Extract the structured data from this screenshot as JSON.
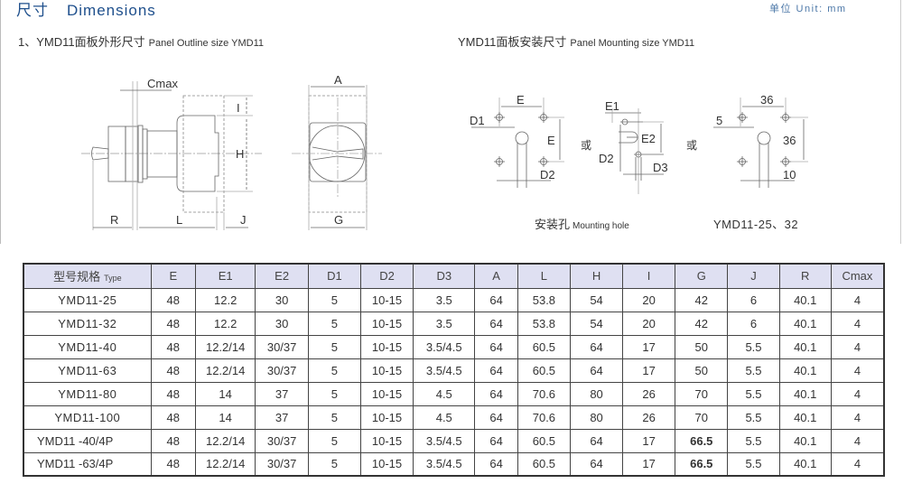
{
  "header": {
    "title_cn": "尺寸",
    "title_en": "Dimensions",
    "unit_label": "单位 Unit: mm"
  },
  "sections": {
    "outline": {
      "title_cn": "1、YMD11面板外形尺寸",
      "title_en": "Panel Outline size YMD11",
      "labels": {
        "cmax": "Cmax",
        "i": "I",
        "h": "H",
        "r": "R",
        "l": "L",
        "j": "J",
        "a": "A",
        "g": "G"
      }
    },
    "mounting": {
      "title_cn": "YMD11面板安装尺寸",
      "title_en": "Panel Mounting size YMD11",
      "labels": {
        "e": "E",
        "d1": "D1",
        "d2": "D2",
        "or": "或",
        "e1": "E1",
        "e2": "E2",
        "d3": "D3",
        "dim36a": "36",
        "dim36b": "36",
        "dim5": "5",
        "dim10": "10"
      },
      "caption_cn": "安装孔",
      "caption_en": "Mounting hole",
      "caption_model": "YMD11-25、32"
    }
  },
  "table": {
    "header_type_cn": "型号规格",
    "header_type_en": "Type",
    "columns": [
      "E",
      "E1",
      "E2",
      "D1",
      "D2",
      "D3",
      "A",
      "L",
      "H",
      "I",
      "G",
      "J",
      "R",
      "Cmax"
    ],
    "rows": [
      {
        "type": "YMD11-25",
        "values": [
          "48",
          "12.2",
          "30",
          "5",
          "10-15",
          "3.5",
          "64",
          "53.8",
          "54",
          "20",
          "42",
          "6",
          "40.1",
          "4"
        ]
      },
      {
        "type": "YMD11-32",
        "values": [
          "48",
          "12.2",
          "30",
          "5",
          "10-15",
          "3.5",
          "64",
          "53.8",
          "54",
          "20",
          "42",
          "6",
          "40.1",
          "4"
        ]
      },
      {
        "type": "YMD11-40",
        "values": [
          "48",
          "12.2/14",
          "30/37",
          "5",
          "10-15",
          "3.5/4.5",
          "64",
          "60.5",
          "64",
          "17",
          "50",
          "5.5",
          "40.1",
          "4"
        ]
      },
      {
        "type": "YMD11-63",
        "values": [
          "48",
          "12.2/14",
          "30/37",
          "5",
          "10-15",
          "3.5/4.5",
          "64",
          "60.5",
          "64",
          "17",
          "50",
          "5.5",
          "40.1",
          "4"
        ]
      },
      {
        "type": "YMD11-80",
        "values": [
          "48",
          "14",
          "37",
          "5",
          "10-15",
          "4.5",
          "64",
          "70.6",
          "80",
          "26",
          "70",
          "5.5",
          "40.1",
          "4"
        ]
      },
      {
        "type": "YMD11-100",
        "values": [
          "48",
          "14",
          "37",
          "5",
          "10-15",
          "4.5",
          "64",
          "70.6",
          "80",
          "26",
          "70",
          "5.5",
          "40.1",
          "4"
        ]
      },
      {
        "type": "YMD11 -40/4P",
        "values": [
          "48",
          "12.2/14",
          "30/37",
          "5",
          "10-15",
          "3.5/4.5",
          "64",
          "60.5",
          "64",
          "17",
          "66.5",
          "5.5",
          "40.1",
          "4"
        ]
      },
      {
        "type": "YMD11 -63/4P",
        "values": [
          "48",
          "12.2/14",
          "30/37",
          "5",
          "10-15",
          "3.5/4.5",
          "64",
          "60.5",
          "64",
          "17",
          "66.5",
          "5.5",
          "40.1",
          "4"
        ]
      }
    ]
  },
  "colors": {
    "title_blue": "#1e4f8c",
    "unit_blue": "#4d78a8",
    "header_bg": "#dfe0f2",
    "line": "#444444"
  }
}
